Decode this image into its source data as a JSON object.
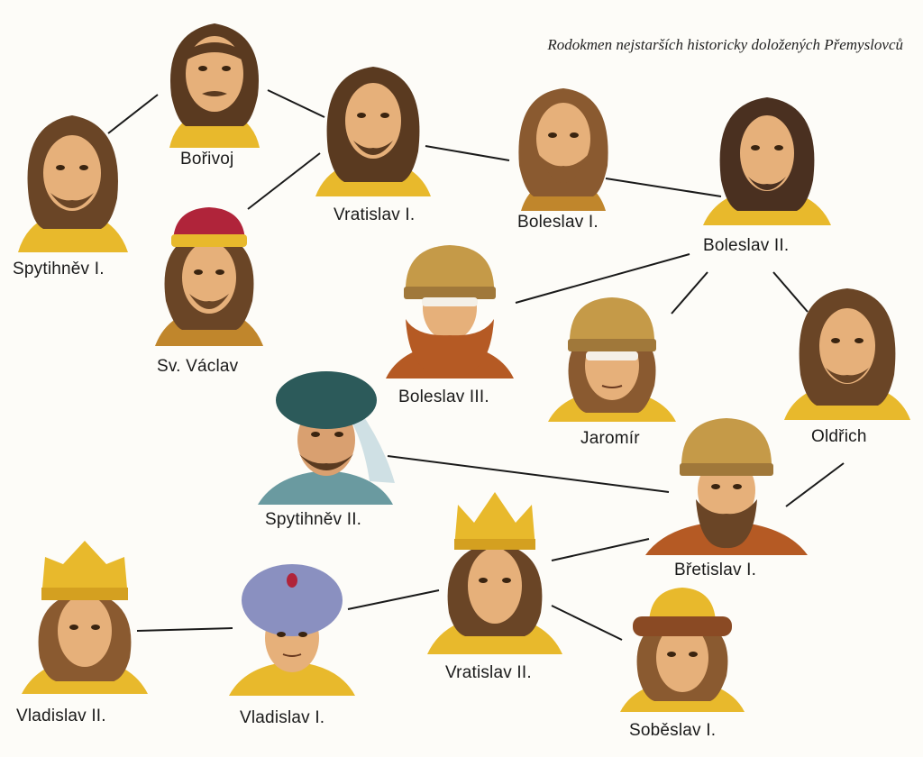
{
  "title": "Rodokmen nejstarších historicky doložených Přemyslovců",
  "people": {
    "borivoj": "Bořivoj",
    "spytihnev1": "Spytihněv I.",
    "vratislav1": "Vratislav I.",
    "svvaclav": "Sv. Václav",
    "boleslav1": "Boleslav I.",
    "boleslav2": "Boleslav II.",
    "boleslav3": "Boleslav III.",
    "jaromir": "Jaromír",
    "oldrich": "Oldřich",
    "spytihnev2": "Spytihněv II.",
    "bretislav1": "Břetislav I.",
    "vratislav2": "Vratislav II.",
    "vladislav2": "Vladislav II.",
    "vladislav1": "Vladislav I.",
    "sobeslav1": "Soběslav I."
  },
  "colors": {
    "line": "#1a1a1a",
    "skin": "#e6b07a",
    "gold": "#e8b92c",
    "background": "#fdfcf8"
  }
}
